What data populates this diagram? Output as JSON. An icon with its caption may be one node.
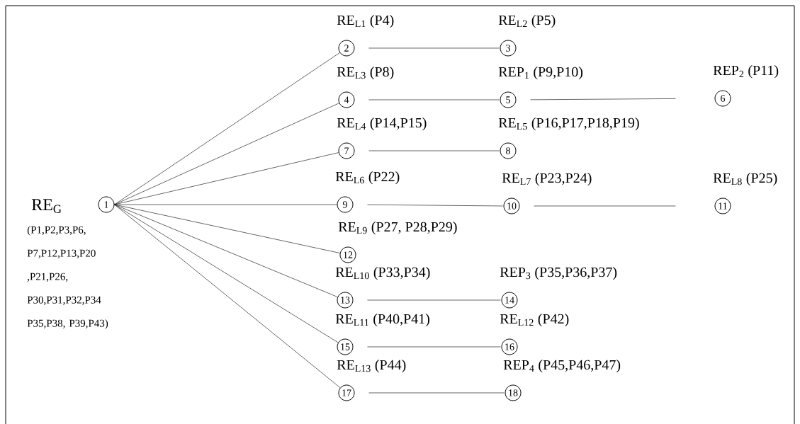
{
  "diagram": {
    "nodes": [
      {
        "text": [
          "RE$_{G}$",
          "1",
          "(P1,P2,P3,P6, P7,P12,P13,P20 ,P21,P26, P30,P31,P32,P34 P35,P38, P39,P43)"
        ]
      },
      {
        "text": [
          "RE$_{L1}$ (P4)",
          "2"
        ]
      },
      {
        "text": [
          "RE$_{L2}$ (P5)",
          "3"
        ]
      },
      {
        "text": [
          "RE$_{L3}$ (P8)",
          "4"
        ]
      },
      {
        "text": [
          "REP$_{1}$ (P9,P10)",
          "5"
        ]
      },
      {
        "text": [
          "REP$_{2}$ (P11)",
          "6"
        ]
      },
      {
        "text": [
          "RE$_{L4}$ (P14,P15)",
          "7"
        ]
      },
      {
        "text": [
          "RE$_{L5}$ (P16,P17,P18,P19)",
          "8"
        ]
      },
      {
        "text": [
          "RE$_{L6}$ (P22)",
          "9"
        ]
      },
      {
        "text": [
          "RE$_{L7}$ (P23,P24)",
          "10"
        ]
      },
      {
        "text": [
          "RE$_{L8}$ (P25)",
          "11"
        ]
      },
      {
        "text": [
          "RE$_{L9}$ (P27, P28,P29)",
          "12"
        ]
      },
      {
        "text": [
          "RE$_{L10}$ (P33,P34)",
          "13"
        ]
      },
      {
        "text": [
          "REP$_{3}$ (P35,P36,P37)",
          "14"
        ]
      },
      {
        "text": [
          "RE$_{L11}$ (P40,P41)",
          "15"
        ]
      },
      {
        "text": [
          "RE$_{L12}$ (P42)",
          "16"
        ]
      },
      {
        "text": [
          "RE$_{L13}$ (P44)",
          "17"
        ]
      },
      {
        "text": [
          "REP$_{4}$ (P45,P46,P47)",
          "18"
        ]
      }
    ],
    "edges": [
      {
        "from": 0,
        "to": 1,
        "arrow": "none"
      },
      {
        "from": 0,
        "to": 3,
        "arrow": "none"
      },
      {
        "from": 0,
        "to": 6,
        "arrow": "none"
      },
      {
        "from": 0,
        "to": 8,
        "arrow": "none"
      },
      {
        "from": 0,
        "to": 11,
        "arrow": "none"
      },
      {
        "from": 0,
        "to": 12,
        "arrow": "none"
      },
      {
        "from": 0,
        "to": 14,
        "arrow": "none"
      },
      {
        "from": 0,
        "to": 16,
        "arrow": "none"
      },
      {
        "from": 1,
        "to": 2,
        "arrow": "none"
      },
      {
        "from": 3,
        "to": 4,
        "arrow": "none"
      },
      {
        "from": 4,
        "to": 5,
        "arrow": "none"
      },
      {
        "from": 6,
        "to": 7,
        "arrow": "none"
      },
      {
        "from": 8,
        "to": 9,
        "arrow": "none"
      },
      {
        "from": 9,
        "to": 10,
        "arrow": "none"
      },
      {
        "from": 12,
        "to": 13,
        "arrow": "none"
      },
      {
        "from": 14,
        "to": 15,
        "arrow": "none"
      },
      {
        "from": 16,
        "to": 17,
        "arrow": "none"
      }
    ]
  }
}
